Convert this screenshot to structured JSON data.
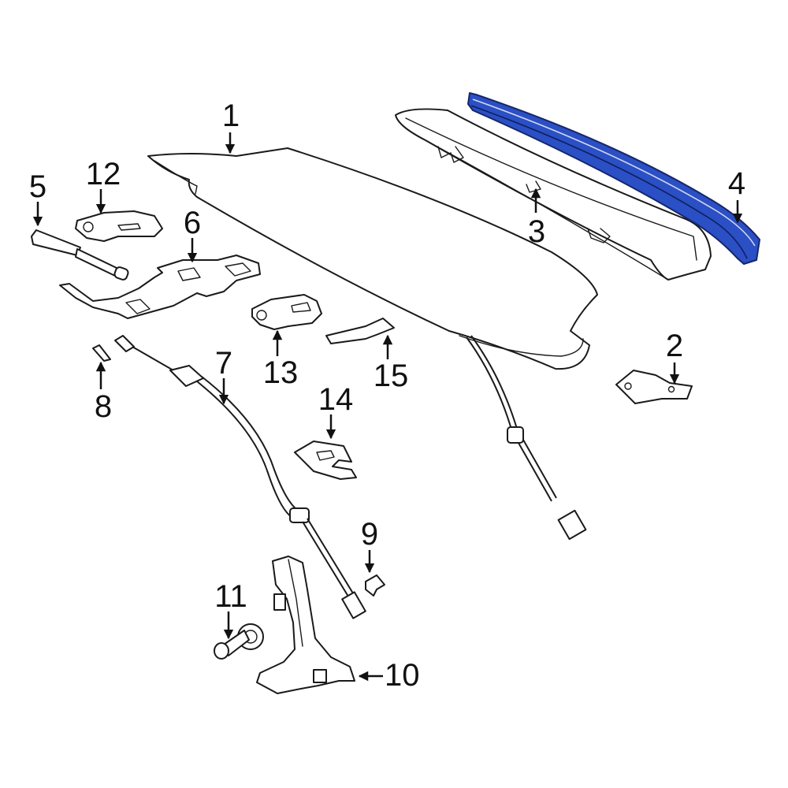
{
  "diagram": {
    "highlight_color": "#2b4fc4",
    "line_color": "#1a1a1a",
    "background": "#ffffff",
    "callouts": [
      {
        "id": "1",
        "label": "1"
      },
      {
        "id": "2",
        "label": "2"
      },
      {
        "id": "3",
        "label": "3"
      },
      {
        "id": "4",
        "label": "4"
      },
      {
        "id": "5",
        "label": "5"
      },
      {
        "id": "6",
        "label": "6"
      },
      {
        "id": "7",
        "label": "7"
      },
      {
        "id": "8",
        "label": "8"
      },
      {
        "id": "9",
        "label": "9"
      },
      {
        "id": "10",
        "label": "10"
      },
      {
        "id": "11",
        "label": "11"
      },
      {
        "id": "12",
        "label": "12"
      },
      {
        "id": "13",
        "label": "13"
      },
      {
        "id": "14",
        "label": "14"
      },
      {
        "id": "15",
        "label": "15"
      }
    ]
  }
}
